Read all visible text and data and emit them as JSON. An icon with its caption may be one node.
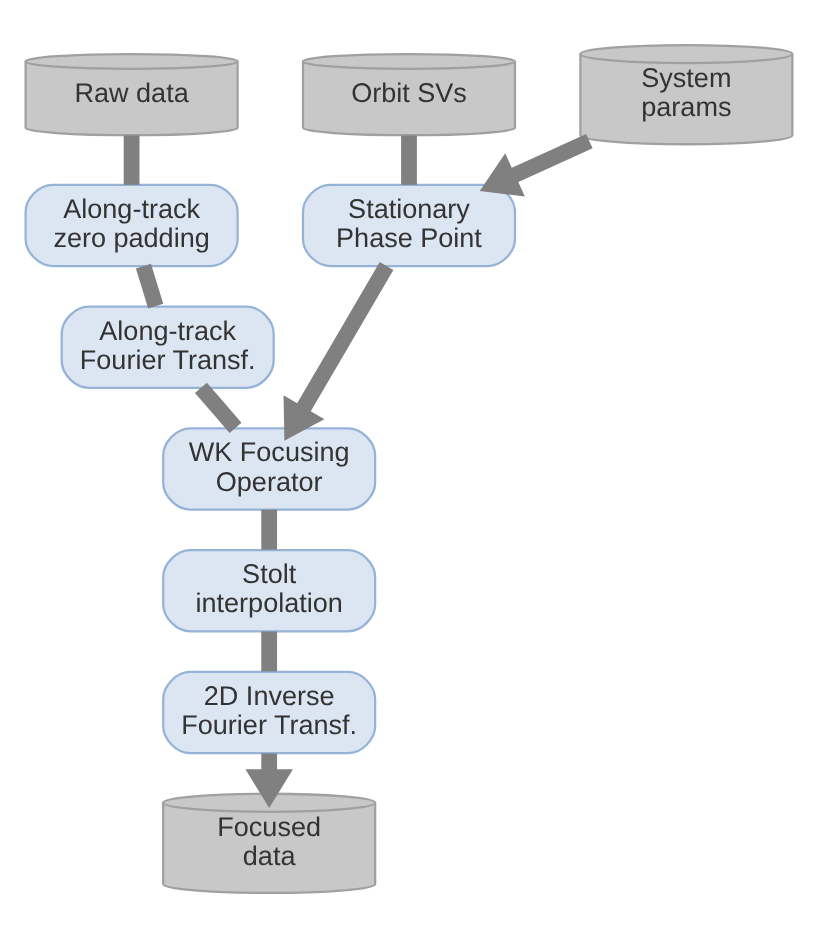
{
  "diagram": {
    "nodes": [
      {
        "text": [
          "Raw data"
        ]
      },
      {
        "text": [
          "Along-track zero padding"
        ]
      },
      {
        "text": [
          "Along-track Fourier Transf."
        ]
      },
      {
        "text": [
          "WK Focusing Operator"
        ]
      },
      {
        "text": [
          "Stolt interpolation"
        ]
      },
      {
        "text": [
          "2D Inverse Fourier Transf."
        ]
      },
      {
        "text": [
          "Focused data"
        ]
      },
      {
        "text": [
          "Orbit SVs"
        ]
      },
      {
        "text": [
          "System params"
        ]
      },
      {
        "text": [
          "Stationary Phase Point"
        ]
      }
    ],
    "edges": [
      {
        "from": 0,
        "to": 1,
        "arrow": "none"
      },
      {
        "from": 1,
        "to": 2,
        "arrow": "none"
      },
      {
        "from": 2,
        "to": 3,
        "arrow": "none"
      },
      {
        "from": 3,
        "to": 4,
        "arrow": "none"
      },
      {
        "from": 4,
        "to": 5,
        "arrow": "none"
      },
      {
        "from": 5,
        "to": 6,
        "arrow": "to"
      },
      {
        "from": 7,
        "to": 9,
        "arrow": "none"
      },
      {
        "from": 8,
        "to": 9,
        "arrow": "to"
      },
      {
        "from": 9,
        "to": 3,
        "arrow": "to"
      }
    ]
  }
}
